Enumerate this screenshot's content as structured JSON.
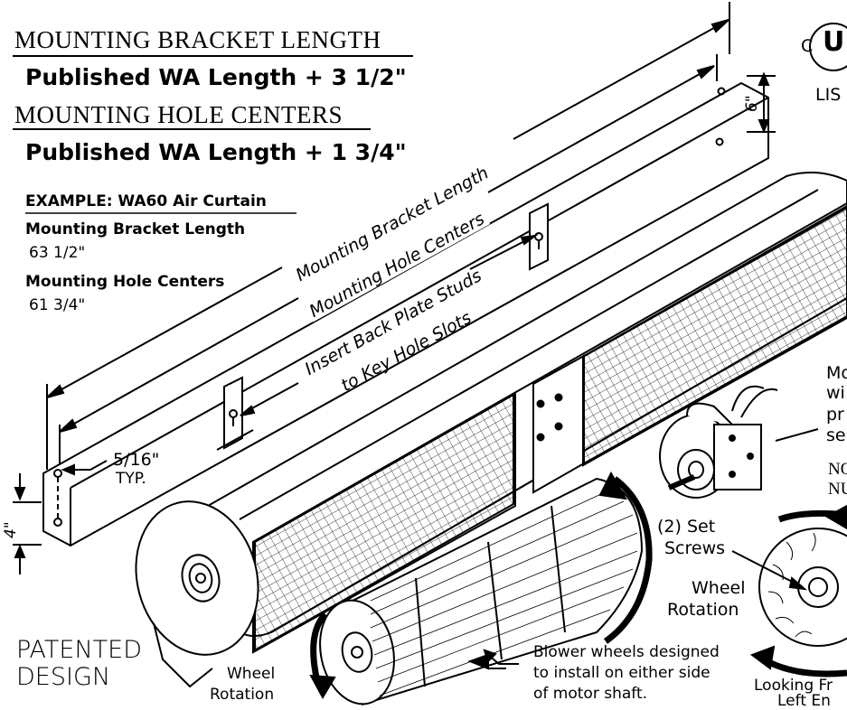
{
  "header": {
    "bracket_length_title": "MOUNTING BRACKET LENGTH",
    "bracket_length_formula": "Published WA Length + 3 1/2\"",
    "hole_centers_title": "MOUNTING HOLE CENTERS",
    "hole_centers_formula": "Published WA Length + 1 3/4\""
  },
  "example": {
    "title": "EXAMPLE: WA60 Air Curtain",
    "bracket_label": "Mounting Bracket Length",
    "bracket_value": "63 1/2\"",
    "holes_label": "Mounting Hole Centers",
    "holes_value": "61 3/4\""
  },
  "dimensions": {
    "bracket_length": "Mounting Bracket Length",
    "hole_centers": "Mounting Hole Centers",
    "insert_line1": "Insert Back Plate Studs",
    "insert_line2": "to Key Hole Slots",
    "hole_size": "5/16\"",
    "hole_typ": "TYP.",
    "bracket_height": "4\"",
    "bracket_height_right": "6\""
  },
  "motor": {
    "note_lines": [
      "Mo",
      "wi",
      "pr",
      "se"
    ],
    "note2_lines": [
      "NO",
      "NU"
    ],
    "set_screws_line1": "(2) Set",
    "set_screws_line2": "Screws",
    "wheel_rotation_line1": "Wheel",
    "wheel_rotation_line2": "Rotation",
    "looking_line1": "Looking Fr",
    "looking_line2": "Left En"
  },
  "blower": {
    "note_line1": "Blower wheels designed",
    "note_line2": "to install on either side",
    "note_line3": "of motor shaft.",
    "wheel_rotation_line1": "Wheel",
    "wheel_rotation_line2": "Rotation"
  },
  "patent": {
    "line1": "PATENTED",
    "line2": "DESIGN"
  },
  "listing": {
    "c_letter": "C",
    "ul_letter": "U",
    "listed": "LIS"
  }
}
